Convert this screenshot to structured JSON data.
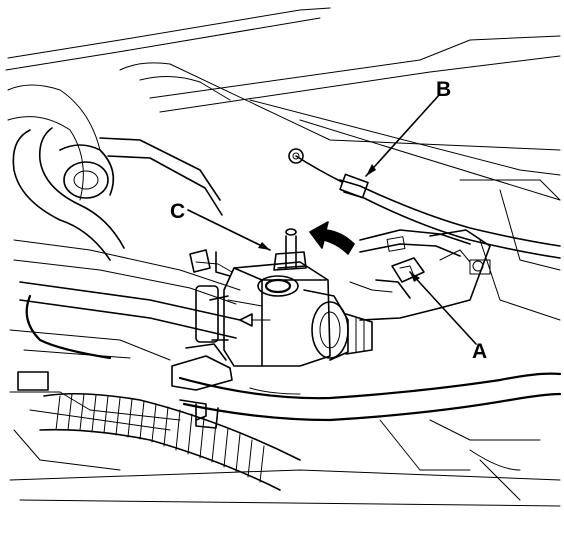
{
  "callouts": {
    "a": "A",
    "b": "B",
    "c": "C"
  }
}
